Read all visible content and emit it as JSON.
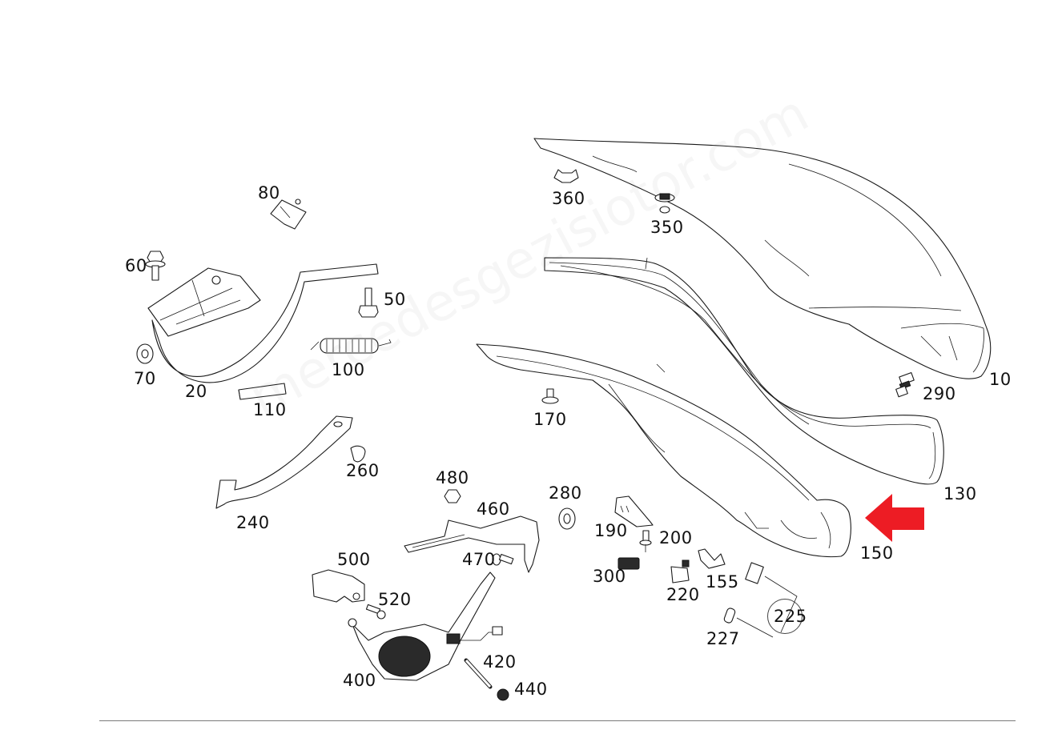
{
  "diagram": {
    "title": "Trunk lid assembly exploded view",
    "watermark": "mercedesgezisiotor.com",
    "highlight": {
      "part": "150",
      "color": "#ed1c24",
      "icon": "arrow-left-icon"
    },
    "labels": {
      "p10": "10",
      "p20": "20",
      "p50": "50",
      "p60": "60",
      "p70": "70",
      "p80": "80",
      "p100": "100",
      "p110": "110",
      "p130": "130",
      "p150": "150",
      "p155": "155",
      "p170": "170",
      "p190": "190",
      "p200": "200",
      "p220": "220",
      "p225": "225",
      "p227": "227",
      "p240": "240",
      "p260": "260",
      "p280": "280",
      "p290": "290",
      "p300": "300",
      "p350": "350",
      "p360": "360",
      "p400": "400",
      "p420": "420",
      "p440": "440",
      "p460": "460",
      "p470": "470",
      "p480": "480",
      "p500": "500",
      "p520": "520"
    }
  }
}
